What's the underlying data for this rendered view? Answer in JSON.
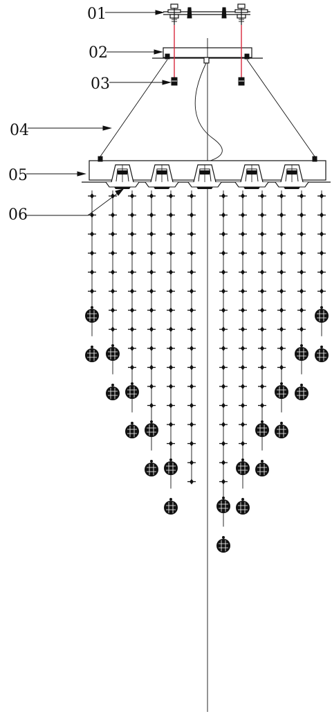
{
  "callouts": [
    {
      "id": "c01",
      "label": "01"
    },
    {
      "id": "c02",
      "label": "02"
    },
    {
      "id": "c03",
      "label": "03"
    },
    {
      "id": "c04",
      "label": "04"
    },
    {
      "id": "c05",
      "label": "05"
    },
    {
      "id": "c06",
      "label": "06"
    }
  ],
  "strands": [
    {
      "beads": 6,
      "crystals": 2
    },
    {
      "beads": 8,
      "crystals": 2
    },
    {
      "beads": 10,
      "crystals": 2
    },
    {
      "beads": 12,
      "crystals": 2
    },
    {
      "beads": 14,
      "crystals": 2
    },
    {
      "beads": 16,
      "crystals": 0
    },
    {
      "beads": 16,
      "crystals": 2
    },
    {
      "beads": 14,
      "crystals": 2
    },
    {
      "beads": 12,
      "crystals": 2
    },
    {
      "beads": 10,
      "crystals": 2
    },
    {
      "beads": 8,
      "crystals": 2
    },
    {
      "beads": 6,
      "crystals": 2
    }
  ],
  "colors": {
    "line": "#111111",
    "wire": "#d8283c",
    "background": "#ffffff"
  }
}
